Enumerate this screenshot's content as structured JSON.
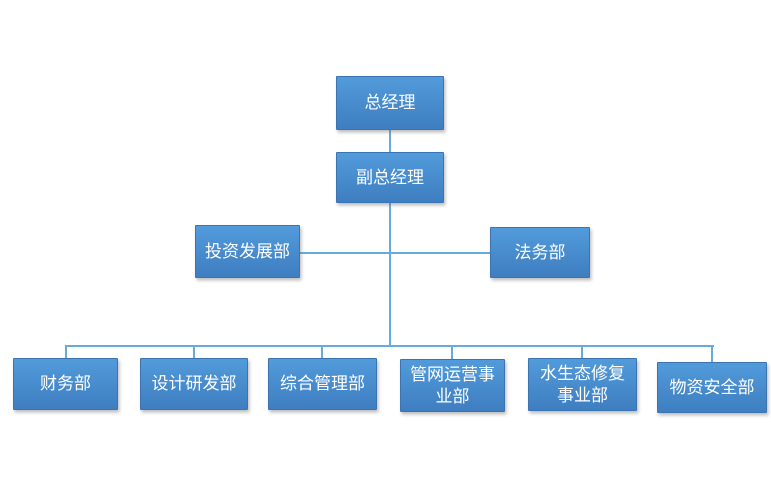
{
  "diagram": {
    "type": "org-chart",
    "nodes": {
      "level1": {
        "label": "总经理"
      },
      "level2": {
        "label": "副总经理"
      },
      "level3_left": {
        "label": "投资发展部"
      },
      "level3_right": {
        "label": "法务部"
      },
      "level4": [
        {
          "label": "财务部"
        },
        {
          "label": "设计研发部"
        },
        {
          "label": "综合管理部"
        },
        {
          "label": "管网运营事\n业部"
        },
        {
          "label": "水生态修复\n事业部"
        },
        {
          "label": "物资安全部"
        }
      ]
    },
    "edges": [
      [
        "总经理",
        "副总经理"
      ],
      [
        "副总经理",
        "投资发展部"
      ],
      [
        "副总经理",
        "法务部"
      ],
      [
        "副总经理",
        "财务部"
      ],
      [
        "副总经理",
        "设计研发部"
      ],
      [
        "副总经理",
        "综合管理部"
      ],
      [
        "副总经理",
        "管网运营事业部"
      ],
      [
        "副总经理",
        "水生态修复事业部"
      ],
      [
        "副总经理",
        "物资安全部"
      ]
    ]
  },
  "colors": {
    "background": "#FFFFFF",
    "node_fill_top": "#529BDB",
    "node_fill_bottom": "#3E7EC1",
    "node_border": "#3B74B0",
    "connector": "#66ABDF",
    "node_text": "#FFFFFF"
  }
}
